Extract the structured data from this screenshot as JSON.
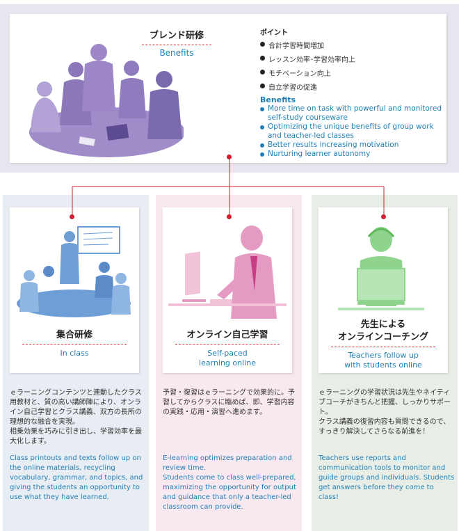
{
  "top": {
    "title": "ブレンド研修",
    "subtitle": "Benefits",
    "points_heading": "ポイント",
    "points_jp": [
      "合計学習時間増加",
      "レッスン効率･学習効率向上",
      "モチベーション向上",
      "自立学習の促進"
    ],
    "benefits_heading": "Benefits",
    "benefits_en": [
      "More time on task with powerful and monitored self-study courseware",
      "Optimizing the unique benefits of group work and teacher-led classes",
      "Better results increasing motivation",
      "Nurturing learner autonomy"
    ]
  },
  "columns": [
    {
      "title": "集合研修",
      "subtitle": "In class",
      "jp": "ｅラーニングコンテンツと連動したクラス用教材と、質の高い講師陣により、オンライン自己学習とクラス講義、双方の長所の理想的な融合を実現。\n相乗効果を巧みに引き出し、学習効率を最大化します。",
      "en": "Class printouts and texts follow up on the online materials, recycling vocabulary, grammar, and topics, and giving the students an opportunity to use what they have learned.",
      "color": "#6e9ed6"
    },
    {
      "title": "オンライン自己学習",
      "subtitle": "Self-paced\nlearning online",
      "jp": "予習・復習はｅラーニングで効果的に。予習してからクラスに臨めば、即、学習内容の実践・応用・演習へ進めます。",
      "en": "E-learning optimizes preparation and review time.\nStudents come to class well-prepared, maximizing the opportunity for output and guidance that only a teacher-led classroom can provide.",
      "color": "#e49ac2"
    },
    {
      "title": "先生による\nオンラインコーチング",
      "subtitle": "Teachers follow up\nwith students online",
      "jp": "ｅラーニングの学習状況は先生やネイティブコーチがきちんと把握、しっかりサポート。\nクラス講義の復習内容も質問できるので、すっきり解決してさらなる前進を！",
      "en": "Teachers use reports and communication tools to monitor and guide groups and individuals. Students get answers before they come to class!",
      "color": "#8fd48c"
    }
  ],
  "colors": {
    "accent_blue": "#1e7fb8",
    "connector_red": "#cc1f2f",
    "top_figures": "#a08cc8"
  }
}
